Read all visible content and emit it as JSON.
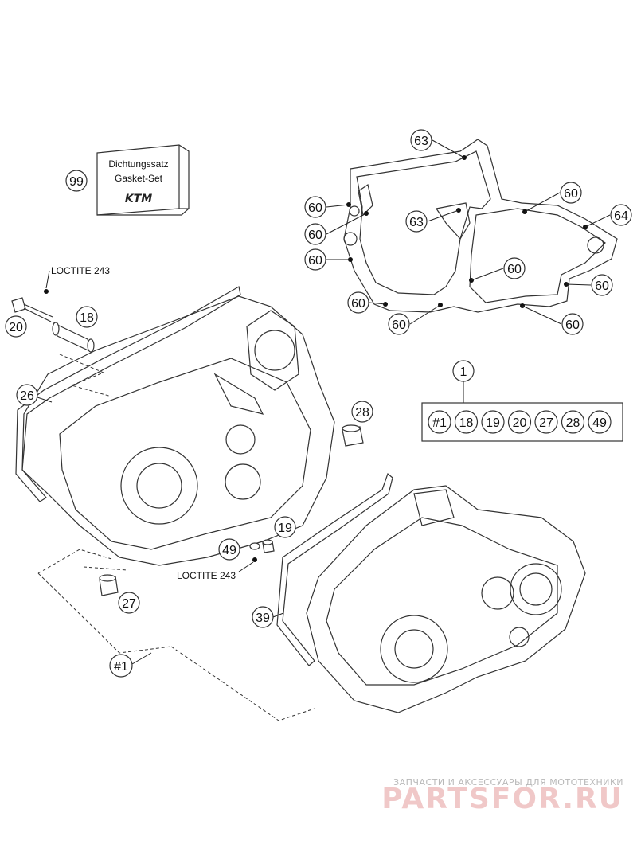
{
  "labels": {
    "l99": "99",
    "l63a": "63",
    "l63b": "63",
    "l60a": "60",
    "l60b": "60",
    "l60c": "60",
    "l60d": "60",
    "l60e": "60",
    "l60f": "60",
    "l60g": "60",
    "l60h": "60",
    "l60i": "60",
    "l64": "64",
    "l20": "20",
    "l18": "18",
    "l26": "26",
    "l28": "28",
    "l1": "1",
    "l19": "19",
    "l49": "49",
    "l27": "27",
    "l39": "39",
    "lhash1": "#1"
  },
  "kit": [
    "#1",
    "18",
    "19",
    "20",
    "27",
    "28",
    "49"
  ],
  "gasket_box": {
    "line1": "Dichtungssatz",
    "line2": "Gasket-Set",
    "brand": "KTM"
  },
  "loctite_top": "LOCTITE 243",
  "loctite_bottom": "LOCTITE 243",
  "watermark": {
    "line1": "ЗАПЧАСТИ И АКСЕССУАРЫ ДЛЯ МОТОТЕХНИКИ",
    "line2": "PARTSFOR.RU"
  }
}
